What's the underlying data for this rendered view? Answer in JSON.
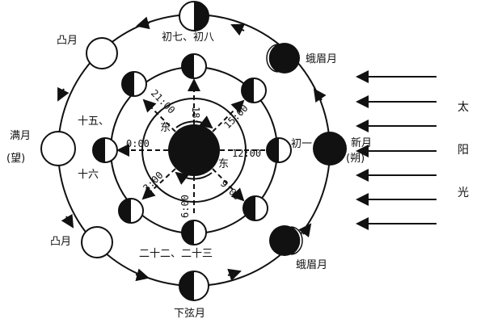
{
  "colors": {
    "ink": "#111111",
    "paper": "#ffffff"
  },
  "outer_phase_labels": {
    "first_quarter": "初七、初八",
    "last_quarter": "下弦月",
    "waxing_crescent": "蛾眉月",
    "waning_crescent": "蛾眉月",
    "waxing_gibbous": "凸月",
    "waning_gibbous": "凸月",
    "new_moon": "新月",
    "new_moon_note": "(朔)",
    "full_moon": "满月",
    "full_moon_note": "(望)",
    "lunar_22_23": "二十二、二十三"
  },
  "day_labels": {
    "d15": "十五、",
    "d16": "十六",
    "d1": "初一"
  },
  "earth_labels": {
    "east_top": "东",
    "east_bottom": "东"
  },
  "times": {
    "t0": "0:00",
    "t3": "3:00",
    "t6": "6:00",
    "t9": "9:00",
    "t12": "12:00",
    "t15": "15:00",
    "t18": "18:00",
    "t21": "21:00"
  },
  "sunlight": {
    "chars": [
      "太",
      "阳",
      "光"
    ]
  }
}
